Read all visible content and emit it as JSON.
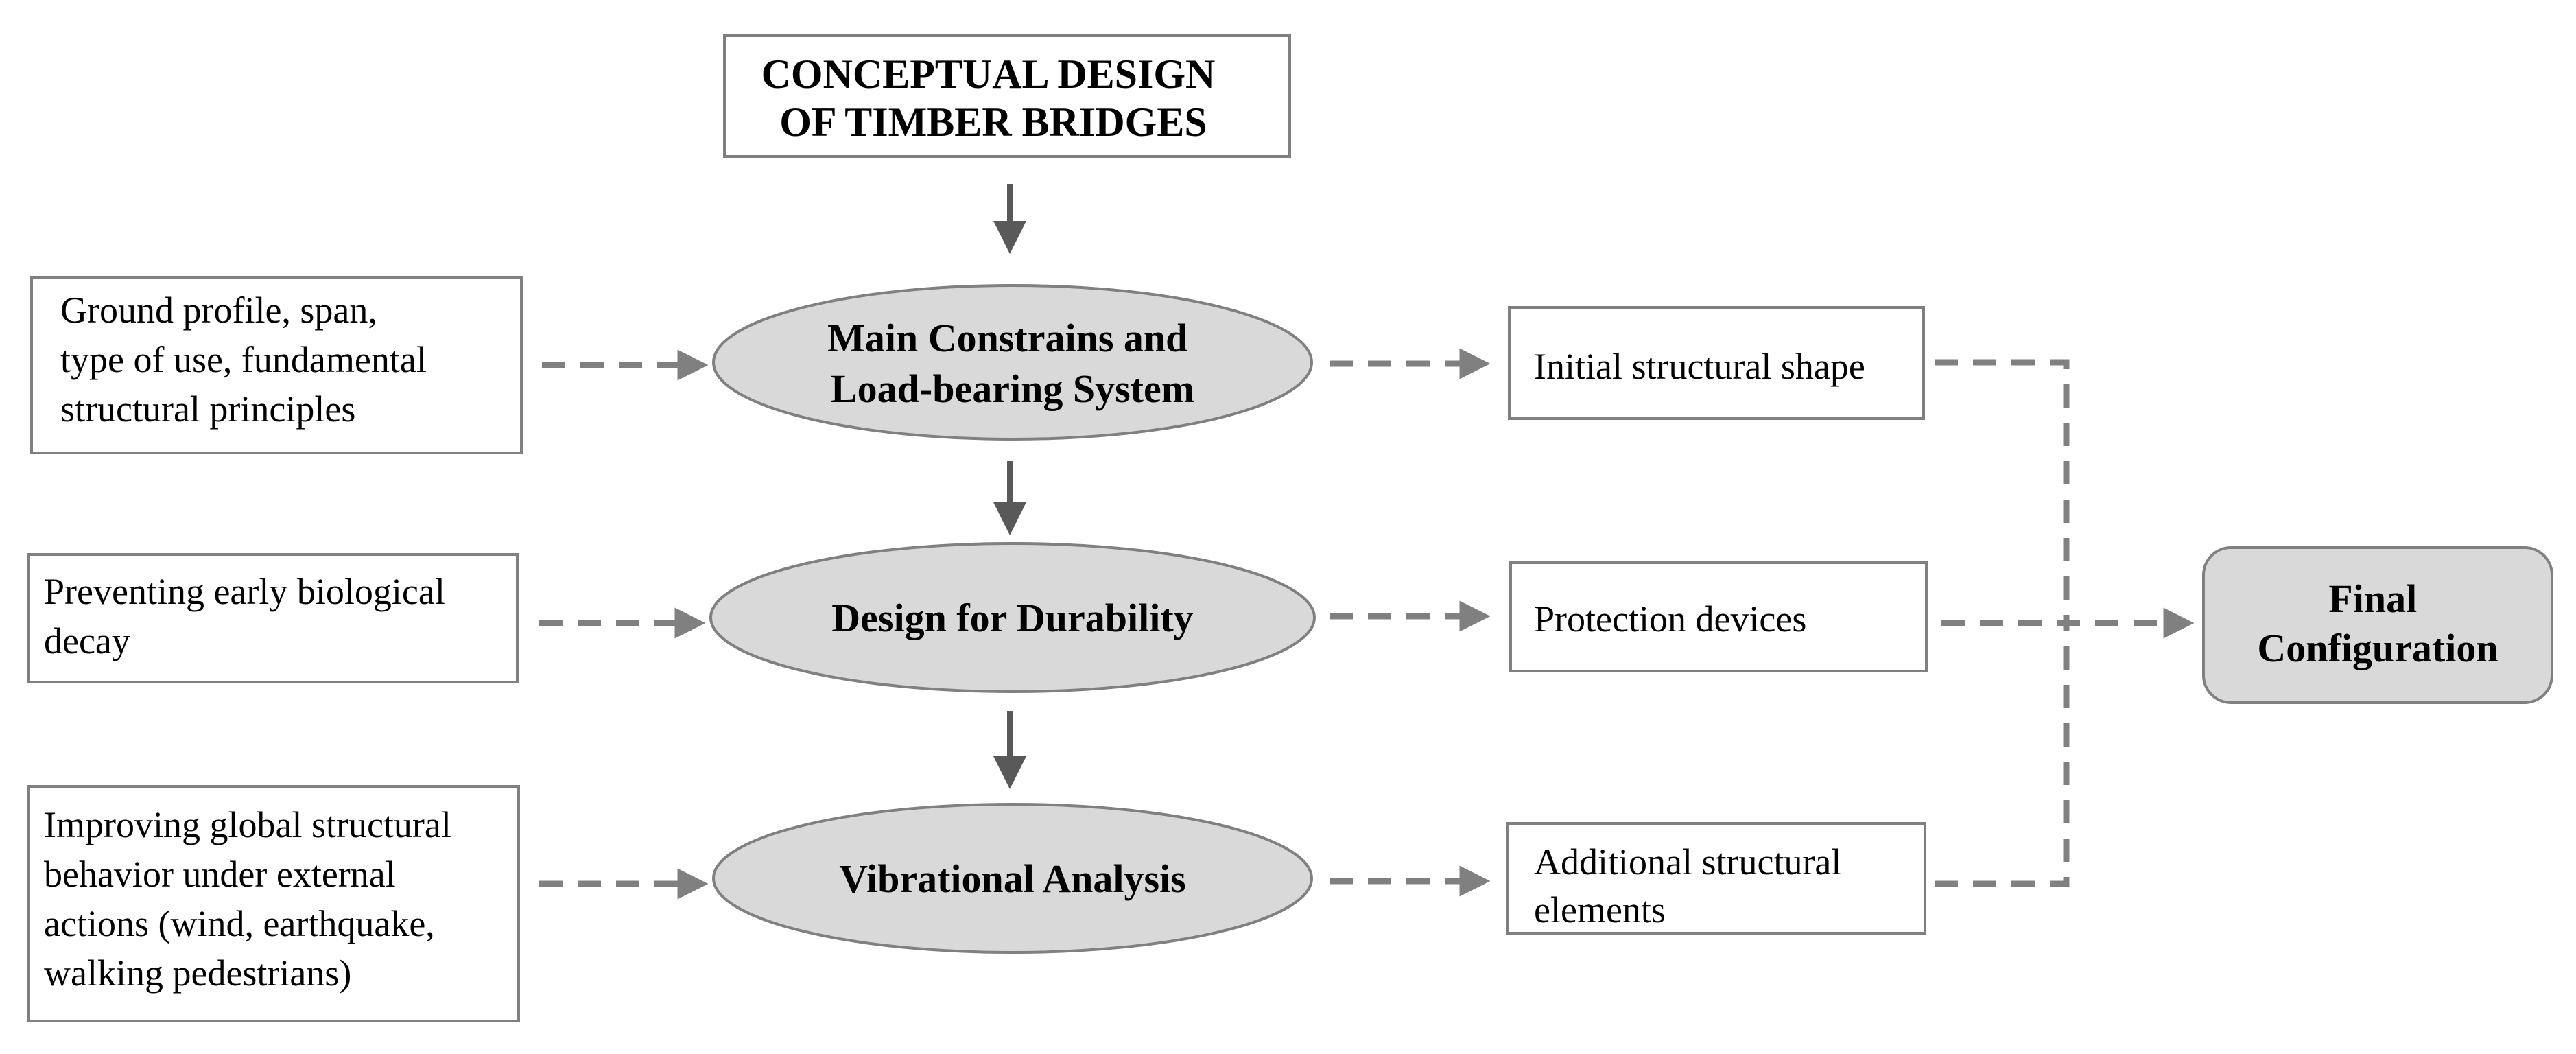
{
  "title": {
    "lines": [
      "CONCEPTUAL DESIGN",
      "OF TIMBER BRIDGES"
    ]
  },
  "main_steps": [
    {
      "lines": [
        "Main Constrains and",
        "Load-bearing System"
      ]
    },
    {
      "lines": [
        "Design for Durability"
      ]
    },
    {
      "lines": [
        "Vibrational Analysis"
      ]
    }
  ],
  "inputs": [
    {
      "lines": [
        "Ground profile, span,",
        "type of use, fundamental",
        "structural principles"
      ]
    },
    {
      "lines": [
        "Preventing early  biological",
        "decay"
      ]
    },
    {
      "lines": [
        "Improving global structural",
        "behavior  under  external",
        "actions (wind, earthquake,",
        "walking  pedestrians)"
      ]
    }
  ],
  "outputs": [
    {
      "lines": [
        "Initial  structural shape"
      ]
    },
    {
      "lines": [
        "Protection devices"
      ]
    },
    {
      "lines": [
        "Additional structural",
        "elements"
      ]
    }
  ],
  "final": {
    "lines": [
      "Final",
      "Configuration"
    ]
  },
  "colors": {
    "ellipse_fill": "#d9d9d9",
    "border": "#808080",
    "solid_arrow": "#595959",
    "dashed_arrow": "#808080"
  }
}
